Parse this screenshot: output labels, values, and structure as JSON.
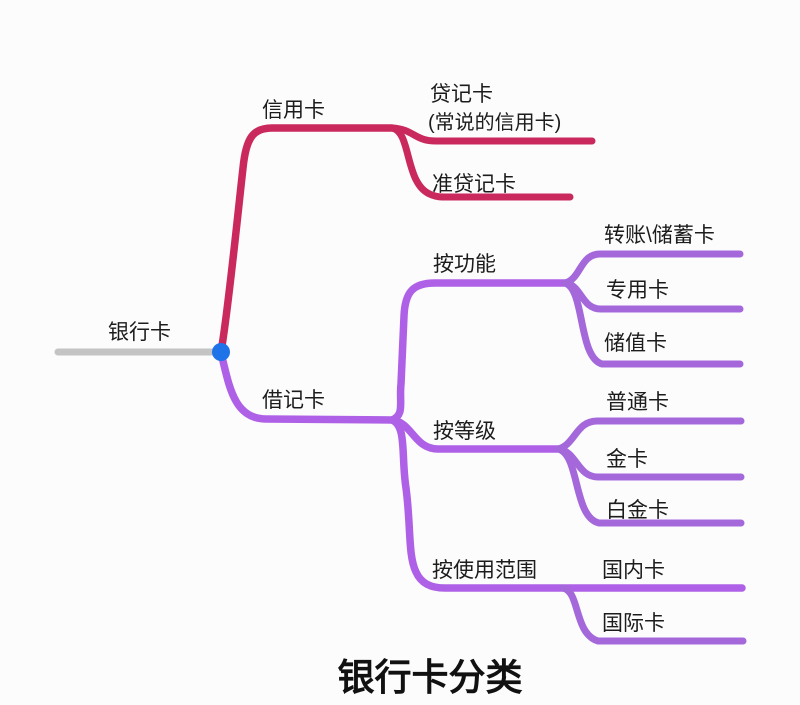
{
  "title": "银行卡分类",
  "colors": {
    "credit_branch": "#C9295C",
    "debit_branch": "#AE61E6",
    "debit_child": "#A468DB",
    "root_line": "#C4C4C4",
    "junction_dot": "#1E73E8",
    "text": "#1C1C1C",
    "background": "#FCFCFC"
  },
  "tree": {
    "root": {
      "label": "银行卡"
    },
    "credit": {
      "label": "信用卡",
      "children": [
        {
          "label": "贷记卡",
          "sublabel": "(常说的信用卡)"
        },
        {
          "label": "准贷记卡"
        }
      ]
    },
    "debit": {
      "label": "借记卡",
      "groups": [
        {
          "label": "按功能",
          "children": [
            {
              "label": "转账\\储蓄卡"
            },
            {
              "label": "专用卡"
            },
            {
              "label": "储值卡"
            }
          ]
        },
        {
          "label": "按等级",
          "children": [
            {
              "label": "普通卡"
            },
            {
              "label": "金卡"
            },
            {
              "label": "白金卡"
            }
          ]
        },
        {
          "label": "按使用范围",
          "children": [
            {
              "label": "国内卡"
            },
            {
              "label": "国际卡"
            }
          ]
        }
      ]
    }
  }
}
